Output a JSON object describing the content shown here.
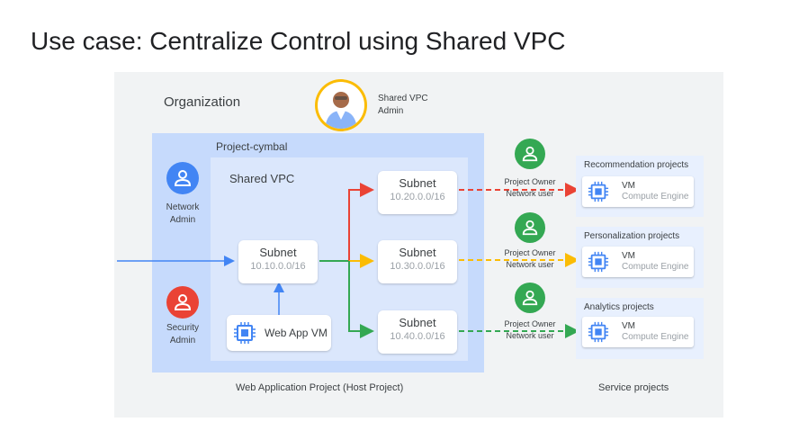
{
  "title": "Use case: Centralize Control using Shared VPC",
  "organization_label": "Organization",
  "admin": {
    "line1": "Shared VPC",
    "line2": "Admin"
  },
  "host_project": {
    "name": "Project-cymbal",
    "caption": "Web Application Project (Host Project)"
  },
  "roles": [
    {
      "line1": "Network",
      "line2": "Admin",
      "color": "#4285f4"
    },
    {
      "line1": "Security",
      "line2": "Admin",
      "color": "#ea4335"
    }
  ],
  "shared_vpc_label": "Shared VPC",
  "main_subnet": {
    "label": "Subnet",
    "cidr": "10.10.0.0/16"
  },
  "web_app_vm": "Web App VM",
  "subnets": [
    {
      "label": "Subnet",
      "cidr": "10.20.0.0/16",
      "color": "#ea4335"
    },
    {
      "label": "Subnet",
      "cidr": "10.30.0.0/16",
      "color": "#fbbc04"
    },
    {
      "label": "Subnet",
      "cidr": "10.40.0.0/16",
      "color": "#34a853"
    }
  ],
  "user_role": {
    "line1": "Project Owner",
    "line2": "Network user",
    "color": "#34a853"
  },
  "service_projects": [
    {
      "name": "Recommendation projects",
      "vm": "VM",
      "engine": "Compute Engine"
    },
    {
      "name": "Personalization projects",
      "vm": "VM",
      "engine": "Compute Engine"
    },
    {
      "name": "Analytics projects",
      "vm": "VM",
      "engine": "Compute Engine"
    }
  ],
  "service_caption": "Service projects",
  "colors": {
    "blue": "#4285f4",
    "red": "#ea4335",
    "yellow": "#fbbc04",
    "green": "#34a853",
    "admin_ring": "#fbbc04"
  }
}
